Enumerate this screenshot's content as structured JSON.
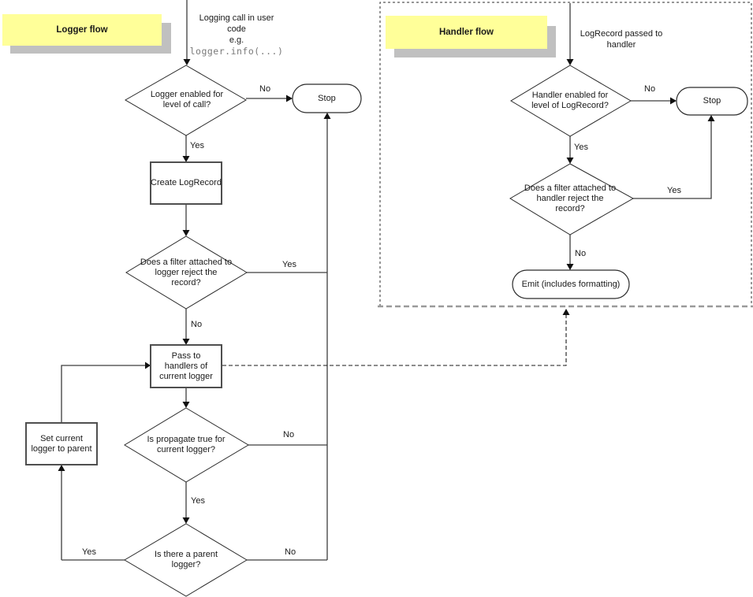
{
  "diagram": {
    "edge_labels": {
      "yes": "Yes",
      "no": "No"
    },
    "colors": {
      "note_bg": "#ffff99",
      "note_shadow": "#c0c0c0",
      "line": "#3d3d3d",
      "box_border": "#4f4f4f",
      "dashed_box_bottom": "#9a9a9a"
    },
    "logger": {
      "title": "Logger flow",
      "entry_lines": [
        "Logging call in user",
        "code",
        "e.g."
      ],
      "entry_code": "logger.info(...)",
      "nodes": {
        "level_check": "Logger enabled for level of call?",
        "stop": "Stop",
        "create_record": "Create LogRecord",
        "filter_check": "Does a filter attached to logger reject the record?",
        "pass_handlers": "Pass to handlers of current logger",
        "propagate_check": "Is propagate true for current logger?",
        "parent_check": "Is there a parent logger?",
        "set_parent": "Set current logger to parent"
      }
    },
    "handler": {
      "title": "Handler flow",
      "entry_text": "LogRecord passed to handler",
      "nodes": {
        "level_check": "Handler enabled for level of LogRecord?",
        "stop": "Stop",
        "filter_check": "Does a filter attached to handler reject the record?",
        "emit": "Emit (includes formatting)"
      }
    }
  }
}
